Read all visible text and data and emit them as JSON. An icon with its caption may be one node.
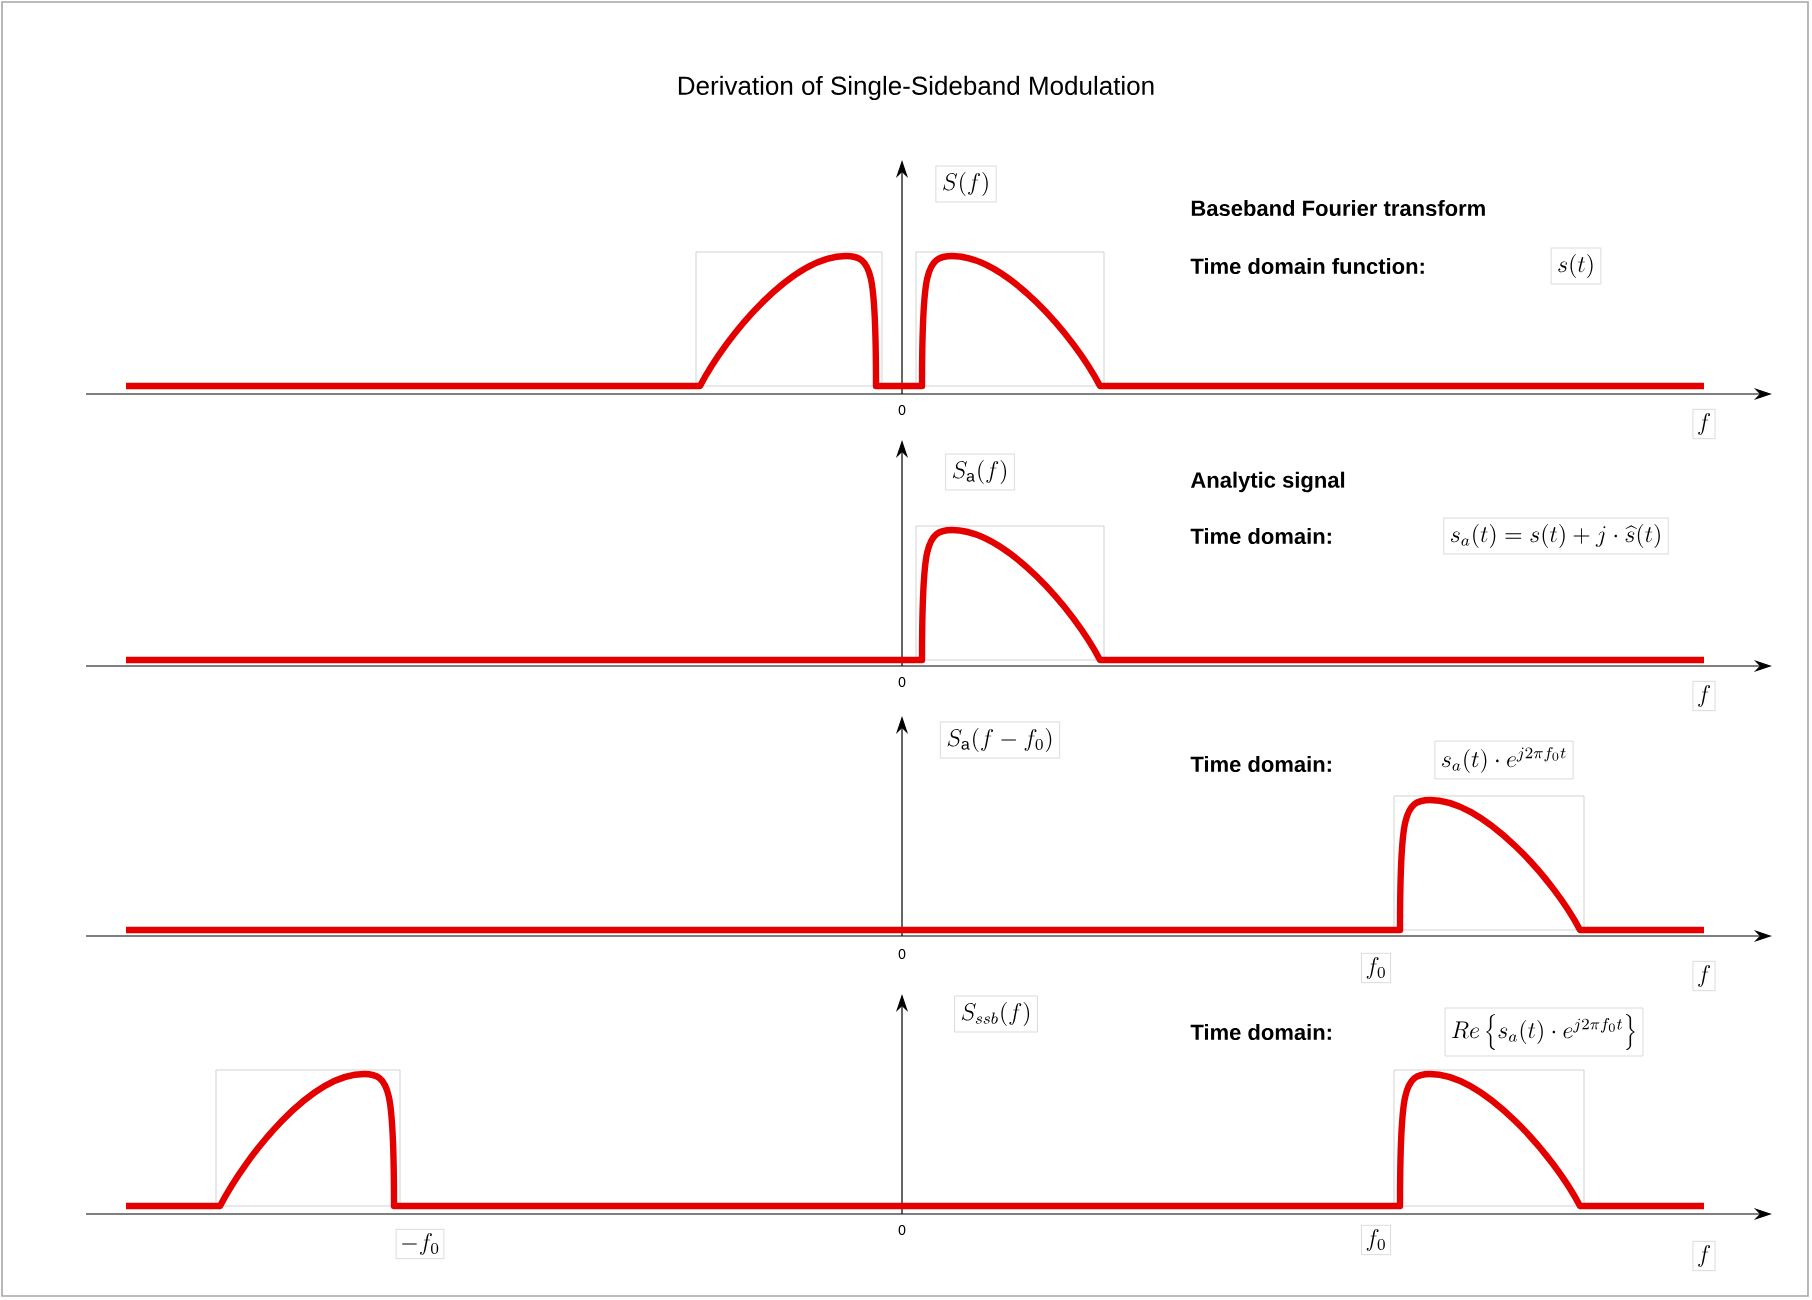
{
  "diagram": {
    "title": "Derivation of Single-Sideband Modulation",
    "labels": [
      "S(f)",
      "Baseband Fourier transform",
      "Time domain function:",
      "s(t)",
      "0",
      "f",
      "S_\\mathrm{a}(f)",
      "Analytic signal",
      "Time domain:",
      "s_a(t) = s(t) + j\\cdot\\widehat{s}(t)",
      "0",
      "f",
      "S_\\mathrm{a}(f-f_0)",
      "Time domain:",
      "s_a(t)\\cdot e^{j2\\pi f_0 t}",
      "0",
      "f_0",
      "f",
      "S_{ssb}(f)",
      "Time domain:",
      "Re\\left\\{s_a(t)\\cdot e^{j2\\pi f_0 t}\\right\\}",
      "-f_0",
      "0",
      "f_0",
      "f"
    ]
  }
}
